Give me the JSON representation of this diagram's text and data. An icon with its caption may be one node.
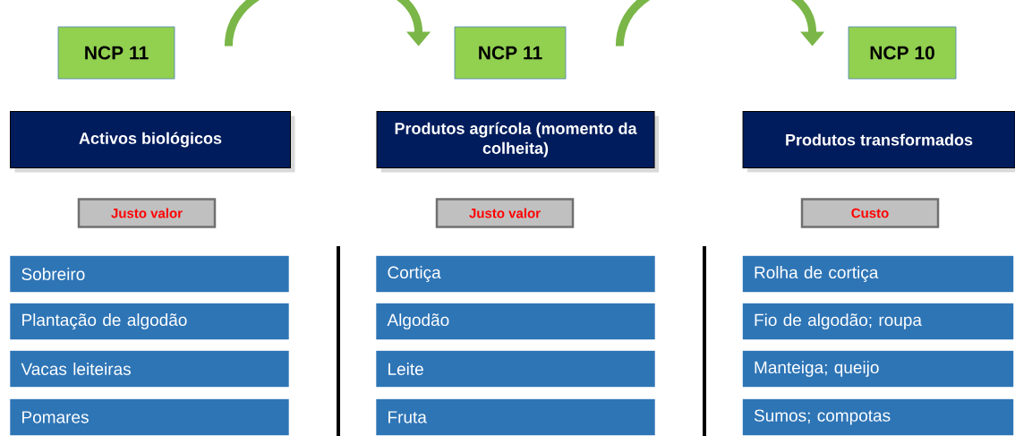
{
  "diagram": {
    "nodes": [
      {
        "text": [
          "NCP 11"
        ]
      },
      {
        "text": [
          "NCP 11"
        ]
      },
      {
        "text": [
          "NCP 10"
        ]
      },
      {
        "text": [
          "Activos biológicos"
        ]
      },
      {
        "text": [
          "Produtos agrícola (momento da colheita)"
        ]
      },
      {
        "text": [
          "Produtos transformados"
        ]
      },
      {
        "text": [
          "Justo valor"
        ]
      },
      {
        "text": [
          "Justo valor"
        ]
      },
      {
        "text": [
          "Custo"
        ]
      },
      {
        "text": [
          "Sobreiro"
        ]
      },
      {
        "text": [
          "Plantação de algodão"
        ]
      },
      {
        "text": [
          "Vacas leiteiras"
        ]
      },
      {
        "text": [
          "Pomares"
        ]
      },
      {
        "text": [
          "Cortiça"
        ]
      },
      {
        "text": [
          "Algodão"
        ]
      },
      {
        "text": [
          "Leite"
        ]
      },
      {
        "text": [
          "Fruta"
        ]
      },
      {
        "text": [
          "Rolha de cortiça"
        ]
      },
      {
        "text": [
          "Fio de algodão; roupa"
        ]
      },
      {
        "text": [
          "Manteiga; queijo"
        ]
      },
      {
        "text": [
          "Sumos; compotas"
        ]
      }
    ],
    "edges": [
      {
        "from": 0,
        "to": 1,
        "arrow": "to"
      },
      {
        "from": 1,
        "to": 2,
        "arrow": "to"
      }
    ]
  }
}
